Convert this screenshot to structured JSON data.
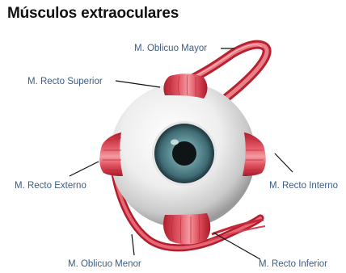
{
  "title": "Músculos extraoculares",
  "colors": {
    "label": "#3b5d86",
    "leader": "#111111",
    "muscle_dark": "#b5202f",
    "muscle_mid": "#d8404f",
    "muscle_light": "#ef8a92",
    "sclera": "#ececec",
    "iris": "#4f7f88",
    "pupil": "#0f1416"
  },
  "labels": {
    "oblicuo_mayor": "M. Oblicuo Mayor",
    "recto_superior": "M. Recto Superior",
    "recto_externo": "M. Recto Externo",
    "recto_interno": "M. Recto Interno",
    "oblicuo_menor": "M. Oblicuo Menor",
    "recto_inferior": "M. Recto Inferior"
  }
}
